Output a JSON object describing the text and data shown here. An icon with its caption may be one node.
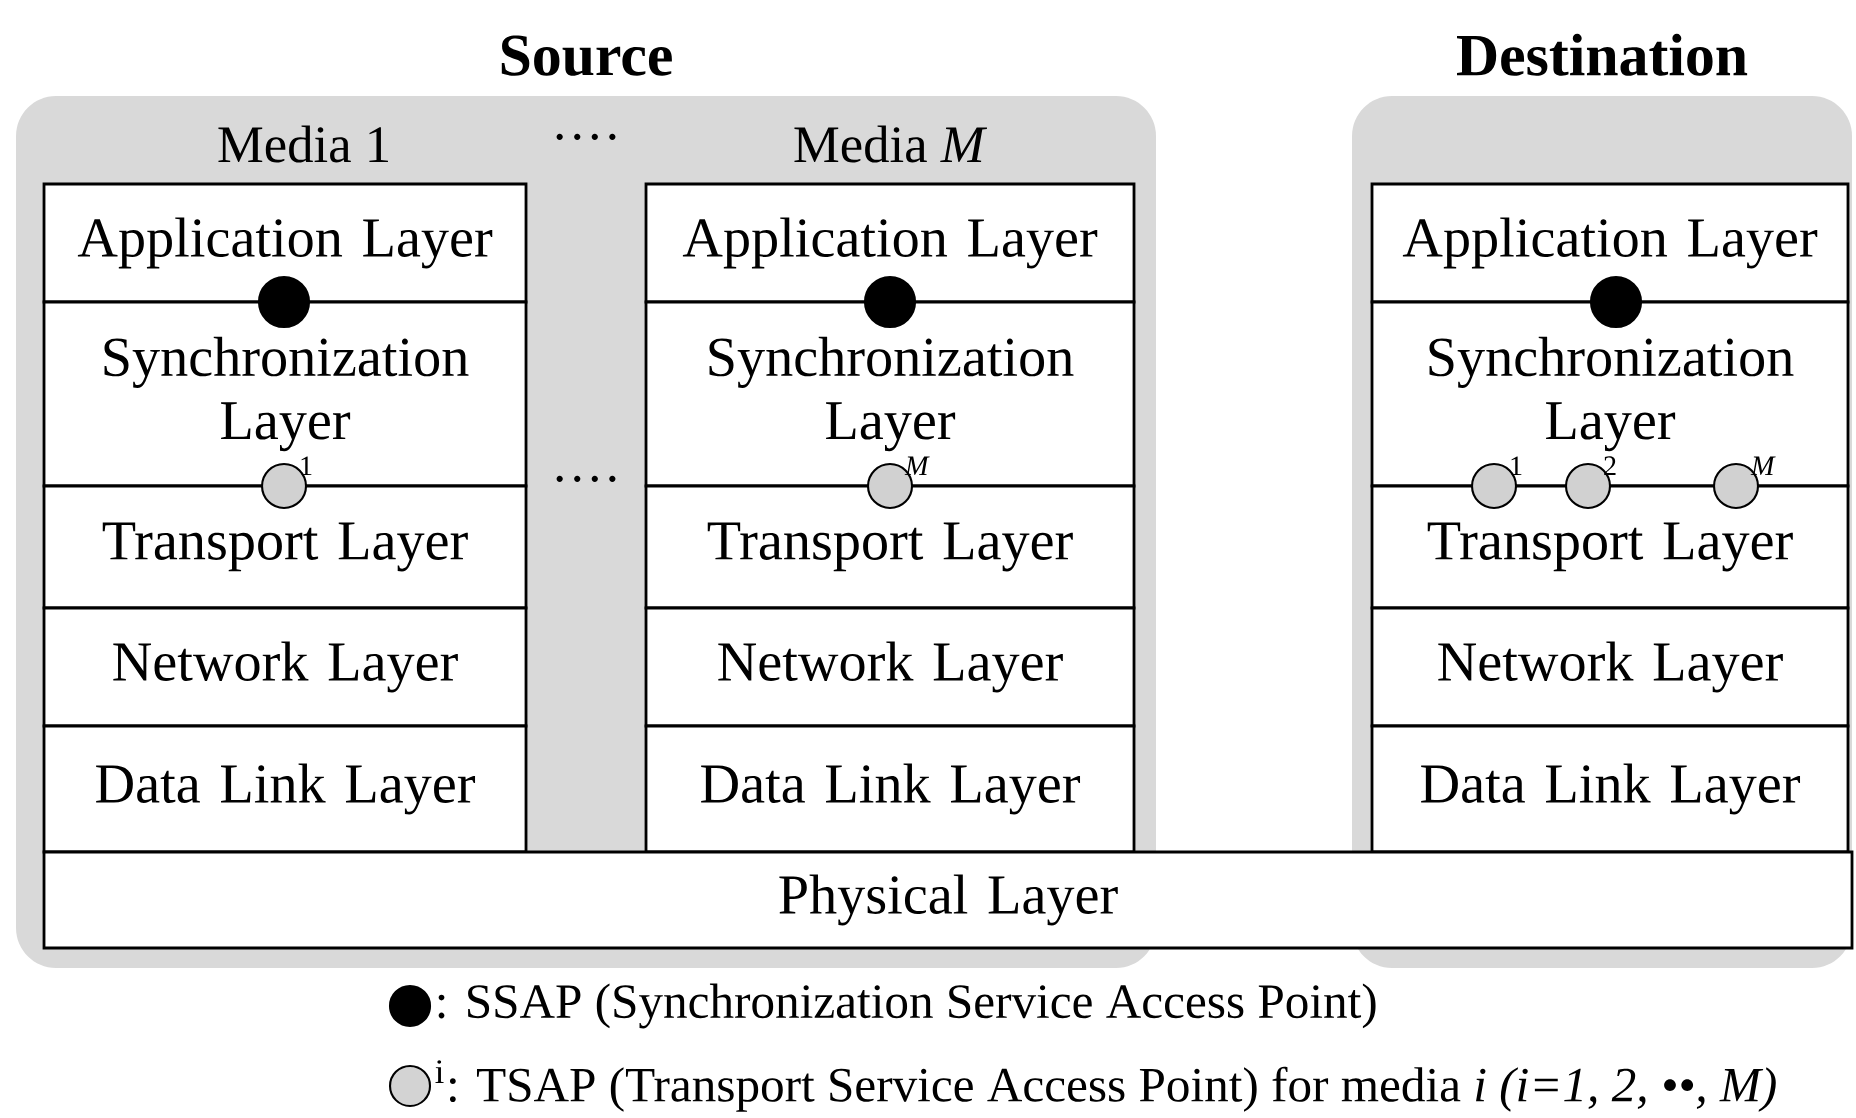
{
  "diagram": {
    "nodes": [
      {
        "text": [
          "Source"
        ]
      },
      {
        "text": [
          "Destination"
        ]
      },
      {
        "text": [
          "Application Layer"
        ],
        "in": 0
      },
      {
        "text": [
          "Synchronization Layer"
        ],
        "in": 0
      },
      {
        "text": [
          "Transport Layer"
        ],
        "in": 0
      },
      {
        "text": [
          "Network Layer"
        ],
        "in": 0
      },
      {
        "text": [
          "Data Link Layer"
        ],
        "in": 0
      },
      {
        "text": [
          "Application Layer"
        ],
        "in": 0
      },
      {
        "text": [
          "Synchronization Layer"
        ],
        "in": 0
      },
      {
        "text": [
          "Transport Layer"
        ],
        "in": 0
      },
      {
        "text": [
          "Network Layer"
        ],
        "in": 0
      },
      {
        "text": [
          "Data Link Layer"
        ],
        "in": 0
      },
      {
        "text": [
          "Application Layer"
        ],
        "in": 1
      },
      {
        "text": [
          "Synchronization Layer"
        ],
        "in": 1
      },
      {
        "text": [
          "Transport Layer"
        ],
        "in": 1
      },
      {
        "text": [
          "Network Layer"
        ],
        "in": 1
      },
      {
        "text": [
          "Data Link Layer"
        ],
        "in": 1
      },
      {
        "text": [
          "Physical Layer"
        ]
      },
      {
        "text": [],
        "shape": "dot",
        "in": 0
      },
      {
        "text": [],
        "shape": "circle",
        "beside": [
          "1"
        ],
        "in": 0
      },
      {
        "text": [],
        "shape": "dot",
        "in": 0
      },
      {
        "text": [],
        "shape": "circle",
        "beside": [
          "*M*"
        ],
        "in": 0
      },
      {
        "text": [],
        "shape": "dot",
        "in": 1
      },
      {
        "text": [],
        "shape": "circle",
        "beside": [
          "1"
        ],
        "in": 1
      },
      {
        "text": [],
        "shape": "circle",
        "beside": [
          "2"
        ],
        "in": 1
      },
      {
        "text": [],
        "shape": "circle",
        "beside": [
          "*M*"
        ],
        "in": 1
      }
    ],
    "labels": [
      "Media 1",
      "····",
      "Media *M*",
      "····"
    ],
    "legend": [
      {
        "text": ": SSAP (Synchronization Service Access Point)",
        "color": "#000000"
      },
      {
        "text": "$^{i}$: TSAP (Transport Service Access Point) for media *i (i=1, 2, ••, M)*",
        "color": "#d3d3d3"
      }
    ]
  }
}
